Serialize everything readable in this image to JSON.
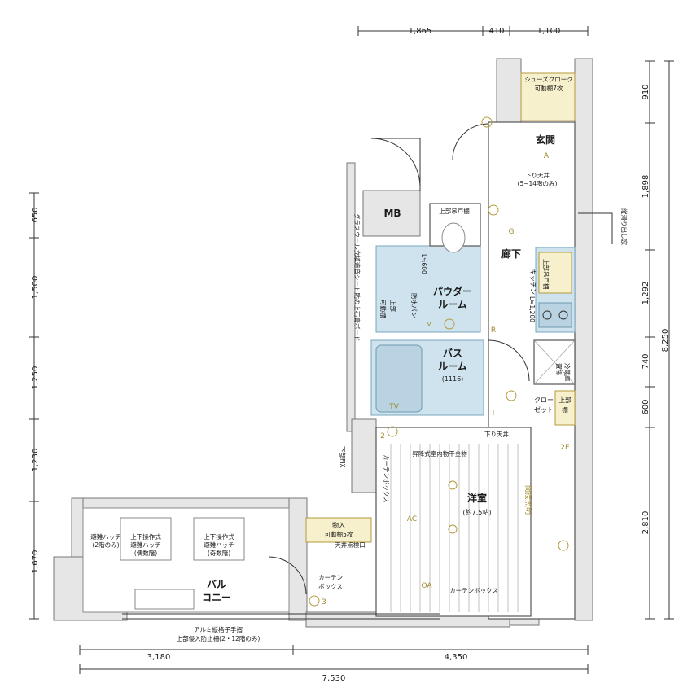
{
  "dimensions": {
    "top": [
      "1,865",
      "410",
      "1,100"
    ],
    "bottom_split": [
      "3,180",
      "4,350"
    ],
    "bottom_total": "7,530",
    "left": [
      "650",
      "1,500",
      "1,250",
      "1,230",
      "1,670"
    ],
    "right": [
      "910",
      "1,898",
      "1,292",
      "740",
      "600",
      "2,810"
    ],
    "right_total": "8,250"
  },
  "rooms": {
    "mb": "MB",
    "genkan": "玄関",
    "roka": "廊下",
    "powder": [
      "パウダー",
      "ルーム"
    ],
    "bath": [
      "バス",
      "ルーム",
      "(1116)"
    ],
    "yoshitsu": [
      "洋室",
      "(約7.5帖)"
    ],
    "balcony": [
      "バル",
      "コニー"
    ],
    "kitchen": "キッチン",
    "shoes": [
      "シューズクローク",
      "可動棚7枚"
    ],
    "closet": [
      "クロー",
      "ゼット"
    ],
    "storage": [
      "物入",
      "可動棚5枚"
    ]
  },
  "labels": {
    "sagari_genkan": [
      "下り天井",
      "(5~14階のみ)"
    ],
    "sagari_room": "下り天井",
    "tate_suberi": "縦滑り出し窓",
    "grasswool": "グラスウール充填遮音シート貼の上石膏ボード",
    "jobu_tsuri": "上部吊戸棚",
    "jobu_tsuri_k": "上部吊戸棚",
    "l600": "L≒600",
    "l1200": "L≒1,200",
    "bousui": "防水パン",
    "jobu_kado": [
      "上部",
      "可動棚"
    ],
    "reizouko": [
      "冷蔵庫",
      "置場"
    ],
    "jobu_dana": [
      "上部",
      "棚"
    ],
    "hoshi": "昇降式室内物干金物",
    "curtain_v": "カーテンボックス",
    "curtain_v2": [
      "カーテン",
      "ボックス"
    ],
    "curtain_h": "カーテンボックス",
    "kabu_fx": "下部FIX",
    "kansetsu": "間接照明",
    "tenjo_ten": "天井点検口",
    "hinan1": [
      "避難ハッチ",
      "(2階のみ)"
    ],
    "hinan2": [
      "上下操作式",
      "避難ハッチ",
      "(偶数階)"
    ],
    "hinan3": [
      "上下操作式",
      "避難ハッチ",
      "(奇数階)"
    ],
    "tesuri": [
      "アルミ縦格子手摺",
      "上部侵入防止柵(2・12階のみ)"
    ],
    "ac": "AC",
    "tv": "TV",
    "m": "M",
    "r": "R",
    "i": "I",
    "g": "G",
    "a": "A",
    "oa": "OA",
    "two_e": "2E",
    "num2": "2",
    "num3": "3"
  }
}
